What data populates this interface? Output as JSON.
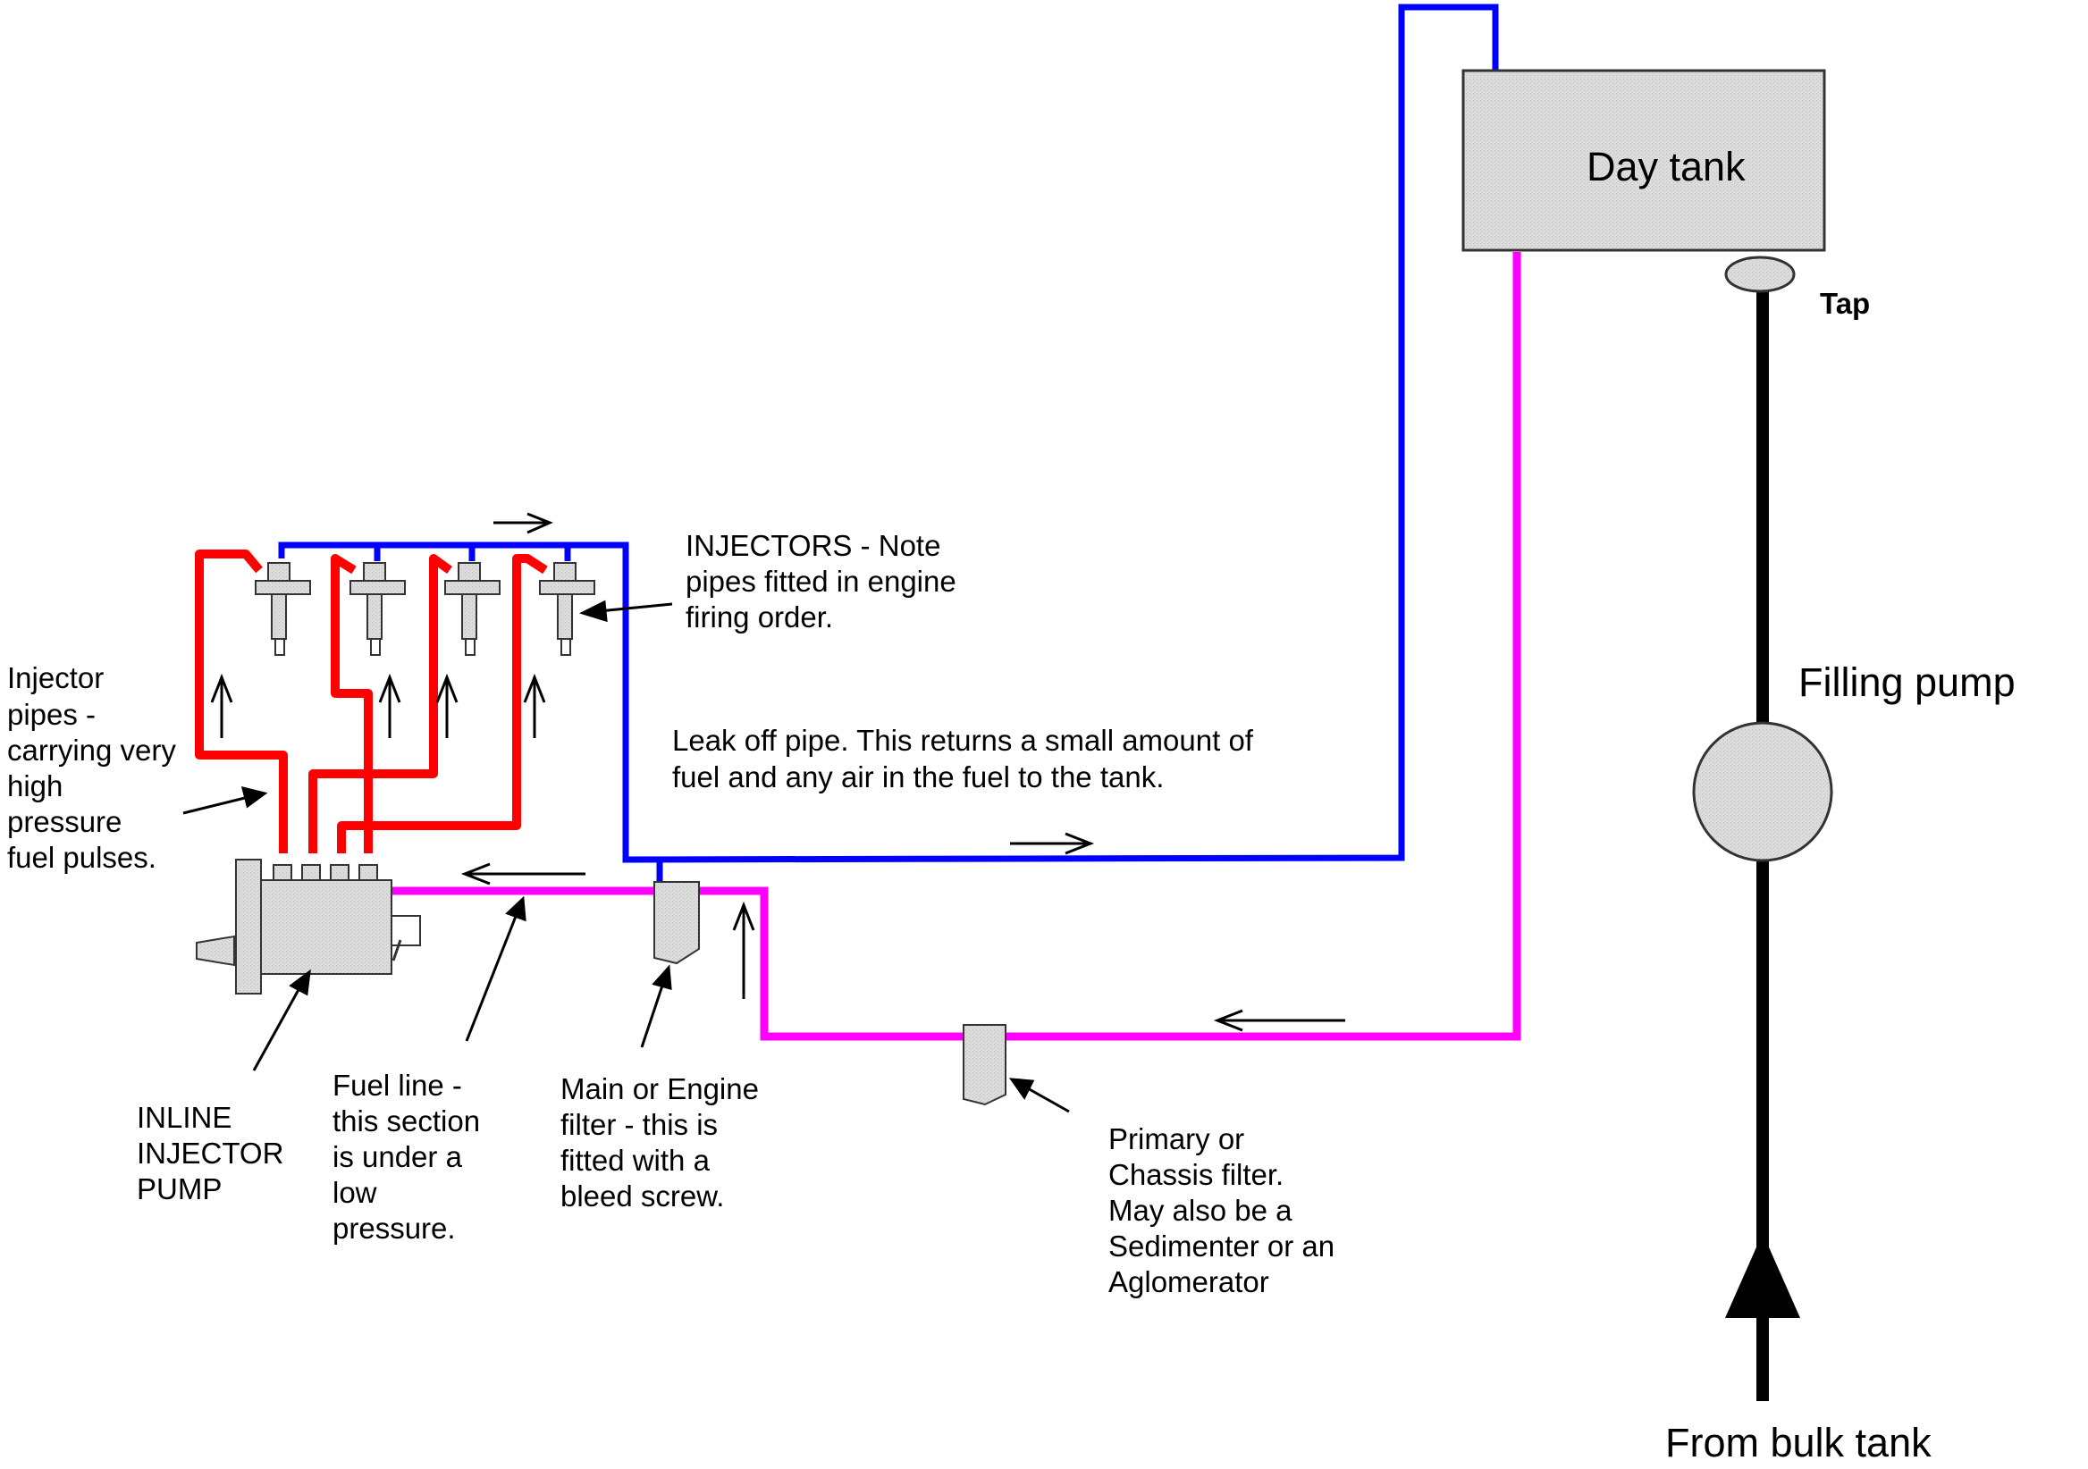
{
  "labels": {
    "day_tank": "Day tank",
    "tap": "Tap",
    "filling_pump": "Filling pump",
    "from_bulk_tank": "From bulk tank",
    "injectors": [
      "INJECTORS - Note",
      "pipes fitted in engine",
      "firing order."
    ],
    "leak_off": [
      "Leak off pipe. This returns a small amount of",
      "fuel and any air in the fuel to the tank."
    ],
    "injector_pipes": [
      "Injector",
      "pipes -",
      "carrying very",
      "high",
      "pressure",
      "fuel pulses."
    ],
    "inline_pump": [
      "INLINE",
      "INJECTOR",
      "PUMP"
    ],
    "fuel_line": [
      "Fuel line -",
      "this section",
      "is under a",
      "low",
      "pressure."
    ],
    "main_filter": [
      "Main or Engine",
      "filter - this is",
      "fitted with a",
      "bleed screw."
    ],
    "primary_filter": [
      "Primary or",
      "Chassis filter.",
      "May also be a",
      "Sedimenter or an",
      "Aglomerator"
    ]
  },
  "colors": {
    "high_pressure_pipe": "#ff0000",
    "leak_off_pipe": "#0000ff",
    "fuel_line": "#ff00ff",
    "bulk_supply_line": "#000000",
    "component_fill": "#d9d9d9"
  }
}
